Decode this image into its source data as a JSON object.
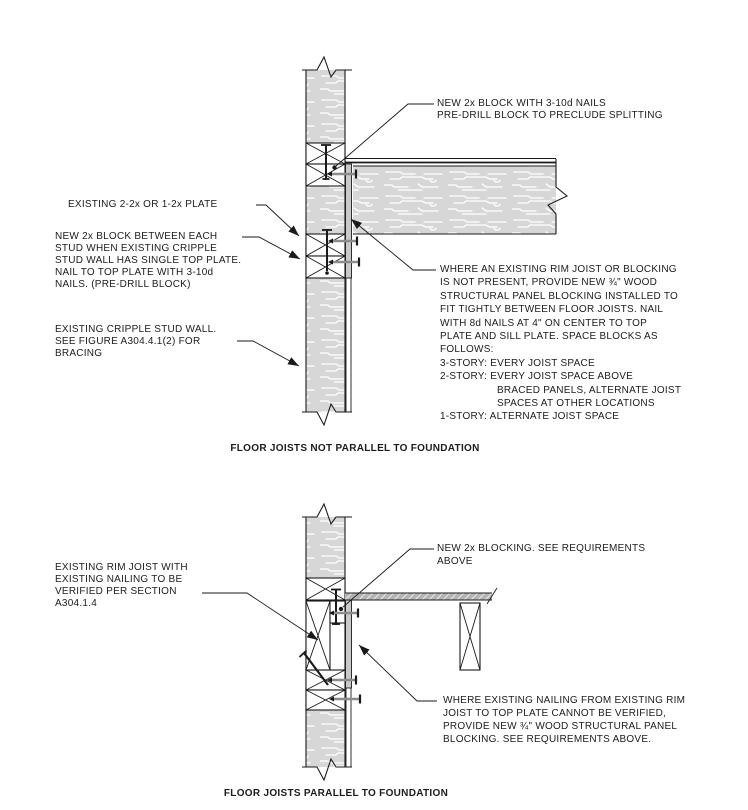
{
  "colors": {
    "line": "#1a1a1a",
    "wood_fill": "#d7d7d7",
    "wood_grain": "#ffffff",
    "panel_blocking_fill": "#c9c9c9",
    "sheathing_fill": "#b4b4b4",
    "nail_shaft": "#8c8c8c",
    "background": "#ffffff"
  },
  "figure_top": {
    "title": "FLOOR JOISTS NOT PARALLEL TO FOUNDATION",
    "labels": {
      "new_block_nails": [
        "NEW 2x BLOCK WITH 3-10d NAILS",
        "PRE-DRILL BLOCK TO PRECLUDE SPLITTING"
      ],
      "existing_plate": [
        "EXISTING 2-2x OR 1-2x PLATE"
      ],
      "new_block_between": [
        "NEW 2x BLOCK BETWEEN EACH",
        "STUD WHEN EXISTING CRIPPLE",
        "STUD WALL HAS SINGLE TOP PLATE.",
        "NAIL TO TOP PLATE WITH 3-10d",
        "NAILS. (PRE-DRILL BLOCK)"
      ],
      "cripple_wall": [
        "EXISTING CRIPPLE STUD WALL.",
        "SEE FIGURE A304.4.1(2) FOR",
        "BRACING"
      ],
      "rim_joist_blocking": [
        "WHERE AN EXISTING RIM JOIST OR BLOCKING",
        "IS NOT PRESENT, PROVIDE NEW ¾\" WOOD",
        "STRUCTURAL PANEL BLOCKING INSTALLED TO",
        "FIT TIGHTLY BETWEEN FLOOR JOISTS. NAIL",
        "WITH 8d NAILS AT 4\" ON CENTER TO TOP",
        "PLATE AND SILL PLATE. SPACE BLOCKS AS",
        "FOLLOWS:",
        "3-STORY: EVERY JOIST SPACE",
        "2-STORY: EVERY JOIST SPACE ABOVE",
        "BRACED PANELS, ALTERNATE JOIST",
        "SPACES AT OTHER LOCATIONS",
        "1-STORY: ALTERNATE JOIST SPACE"
      ]
    }
  },
  "figure_bottom": {
    "title": "FLOOR JOISTS PARALLEL TO FOUNDATION",
    "labels": {
      "existing_rim_joist": [
        "EXISTING RIM JOIST WITH",
        "EXISTING NAILING TO BE",
        "VERIFIED PER SECTION",
        "A304.1.4"
      ],
      "new_blocking": [
        "NEW 2x BLOCKING. SEE REQUIREMENTS",
        "ABOVE"
      ],
      "nailing_not_verified": [
        "WHERE EXISTING NAILING FROM EXISTING RIM",
        "JOIST TO TOP PLATE CANNOT BE VERIFIED,",
        "PROVIDE NEW ¾\" WOOD STRUCTURAL PANEL",
        "BLOCKING. SEE REQUIREMENTS ABOVE."
      ]
    }
  }
}
